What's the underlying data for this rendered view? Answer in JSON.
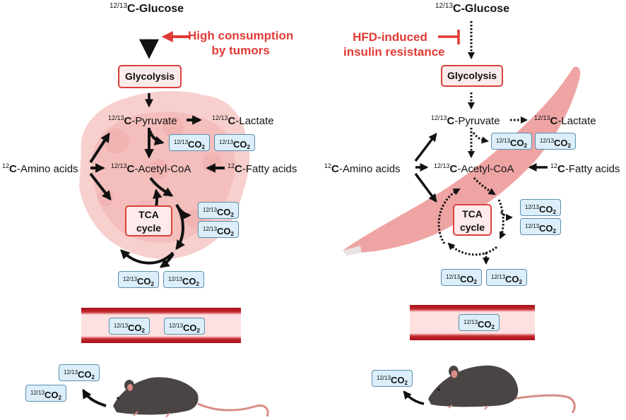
{
  "colors": {
    "annotation_red": "#e03a35",
    "box_border_red": "#d9423c",
    "co2_box_fill": "#dbeefa",
    "co2_box_border": "#5b8fb0",
    "tumor_fill": "#f3b7b5",
    "muscle_fill": "#ee9e9e",
    "vessel_wall": "#b5141b",
    "vessel_lumen": "#fde0e0",
    "mouse_fur": "#4a4444",
    "mouse_skin": "#d88c86"
  },
  "co2": {
    "prefix": "12/13",
    "main": "CO",
    "sub": "2"
  },
  "left_panel": {
    "context": "tumor",
    "glucose": {
      "prefix": "12/13",
      "name": "C-Glucose"
    },
    "annotation": {
      "line1": "High consumption",
      "line2": "by tumors",
      "icon": "arrow-left-icon"
    },
    "glycolysis": "Glycolysis",
    "pyruvate": {
      "prefix": "12/13",
      "bold": "C",
      "name": "-Pyruvate"
    },
    "lactate": {
      "prefix": "12/13",
      "bold": "C",
      "name": "-Lactate"
    },
    "acetyl_coa": {
      "prefix": "12/13",
      "bold": "C",
      "name": "-Acetyl-CoA"
    },
    "amino_acids": {
      "prefix": "12",
      "bold": "C",
      "name": "-Amino acids"
    },
    "fatty_acids": {
      "prefix": "12",
      "bold": "C",
      "name": "-Fatty acids"
    },
    "tca": {
      "line1": "TCA",
      "line2": "cycle"
    },
    "arrow_style": "solid",
    "co2_counts": {
      "pyruvate": 2,
      "tca_right": 2,
      "tca_bottom": 2,
      "blood": 2,
      "breath": 2
    }
  },
  "right_panel": {
    "context": "muscle",
    "glucose": {
      "prefix": "12/13",
      "name": "C-Glucose"
    },
    "annotation": {
      "line1": "HFD-induced",
      "line2": "insulin resistance",
      "icon": "inhibition-bar-icon"
    },
    "glycolysis": "Glycolysis",
    "pyruvate": {
      "prefix": "12/13",
      "bold": "C",
      "name": "-Pyruvate"
    },
    "lactate": {
      "prefix": "12/13",
      "bold": "C",
      "name": "-Lactate"
    },
    "acetyl_coa": {
      "prefix": "12/13",
      "bold": "C",
      "name": "-Acetyl-CoA"
    },
    "amino_acids": {
      "prefix": "12",
      "bold": "C",
      "name": "-Amino acids"
    },
    "fatty_acids": {
      "prefix": "12",
      "bold": "C",
      "name": "-Fatty acids"
    },
    "tca": {
      "line1": "TCA",
      "line2": "cycle"
    },
    "arrow_style": "dotted",
    "co2_counts": {
      "pyruvate": 2,
      "tca_right": 2,
      "tca_bottom": 2,
      "blood": 1,
      "breath": 1
    }
  }
}
